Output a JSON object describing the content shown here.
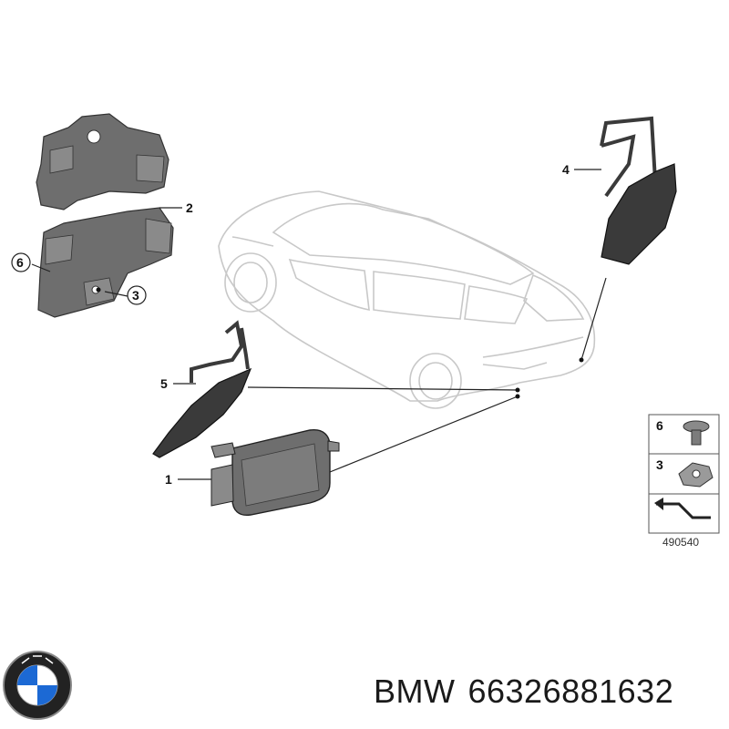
{
  "callouts": [
    "1",
    "2",
    "3",
    "4",
    "5",
    "6"
  ],
  "legend": {
    "items": [
      "6",
      "3"
    ],
    "diagram_number": "490540"
  },
  "logo": {
    "text": "BMW"
  },
  "caption": {
    "brand": "BMW",
    "part_number": "66326881632"
  },
  "colors": {
    "line": "#222222",
    "car_outline": "#c8c8c8",
    "part_fill": "#6e6e6e",
    "part_dark": "#3a3a3a",
    "logo_blue": "#1c69d4"
  }
}
